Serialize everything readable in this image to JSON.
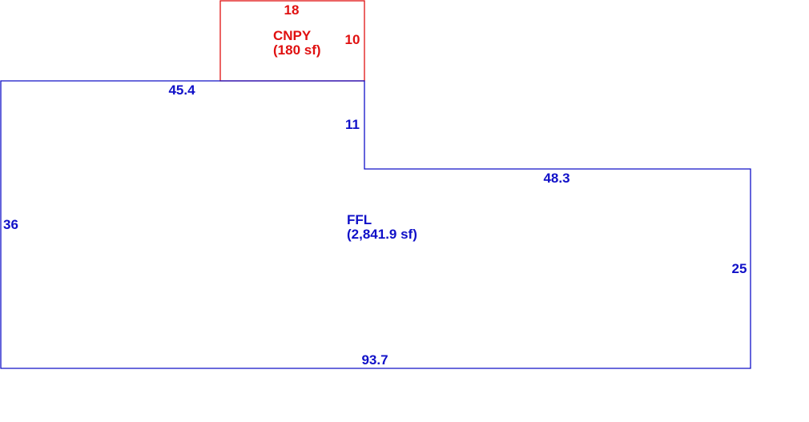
{
  "colors": {
    "ffl": "#1010c8",
    "canopy": "#e01010",
    "background": "#ffffff"
  },
  "canopy": {
    "name": "CNPY",
    "area": "(180 sf)",
    "dimensions": {
      "top": "18",
      "right": "10"
    }
  },
  "ffl": {
    "name": "FFL",
    "area": "(2,841.9 sf)",
    "dimensions": {
      "top_left": "45.4",
      "step_height": "11",
      "top_right": "48.3",
      "left": "36",
      "right": "25",
      "bottom": "93.7"
    }
  }
}
